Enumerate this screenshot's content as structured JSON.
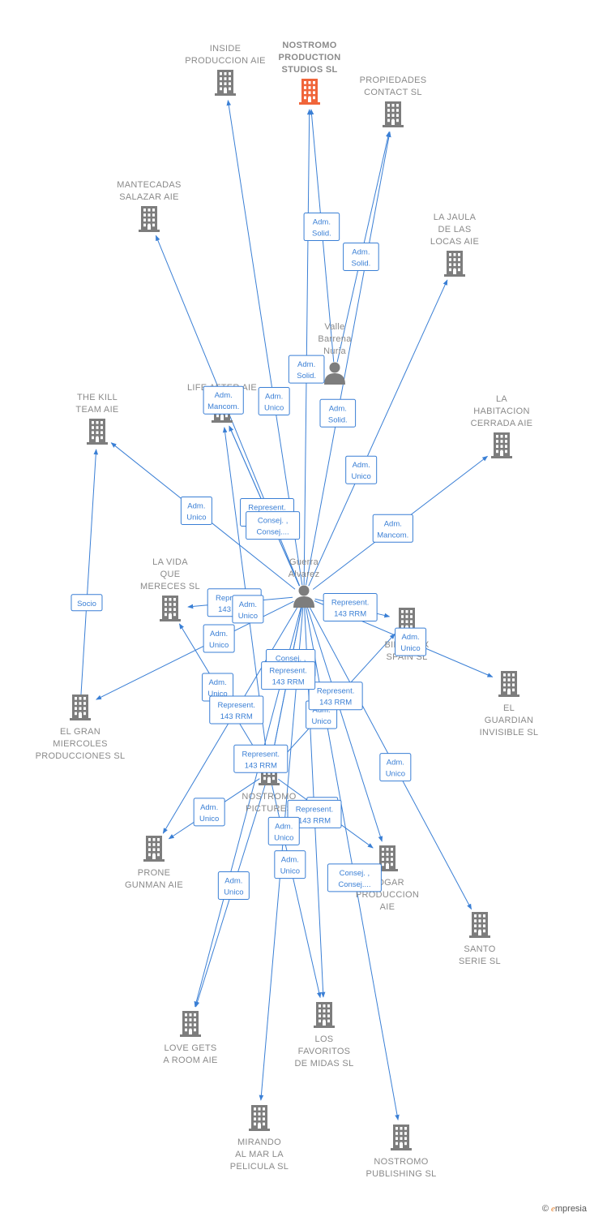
{
  "colors": {
    "edge": "#3a7fd5",
    "company": "#7d7d7d",
    "main_company": "#f0653a",
    "person": "#7d7d7d"
  },
  "nodes": [
    {
      "id": "inside",
      "type": "company",
      "label": [
        "INSIDE",
        "PRODUCCION AIE"
      ]
    },
    {
      "id": "nostromo_ps",
      "type": "main_company",
      "label": [
        "NOSTROMO",
        "PRODUCTION",
        "STUDIOS  SL"
      ]
    },
    {
      "id": "propiedades",
      "type": "company",
      "label": [
        "PROPIEDADES",
        "CONTACT  SL"
      ]
    },
    {
      "id": "mantecadas",
      "type": "company",
      "label": [
        "MANTECADAS",
        "SALAZAR  AIE"
      ]
    },
    {
      "id": "jaula",
      "type": "company",
      "label": [
        "LA JAULA",
        "DE LAS",
        "LOCAS  AIE"
      ]
    },
    {
      "id": "valle",
      "type": "person",
      "label": [
        "Valle",
        "Barrena",
        "Nuria"
      ]
    },
    {
      "id": "killteam",
      "type": "company",
      "label": [
        "THE KILL",
        "TEAM  AIE"
      ]
    },
    {
      "id": "lifeafter",
      "type": "company",
      "label": [
        "LIFE AFTER AIE"
      ]
    },
    {
      "id": "habitacion",
      "type": "company",
      "label": [
        "LA",
        "HABITACION",
        "CERRADA  AIE"
      ]
    },
    {
      "id": "guerra",
      "type": "person",
      "label": [
        "Guerra",
        "Alvarez"
      ]
    },
    {
      "id": "vida",
      "type": "company",
      "label": [
        "LA VIDA",
        "QUE",
        "MERECES  SL"
      ]
    },
    {
      "id": "birdbox",
      "type": "company",
      "label": [
        "BIRD BOX",
        "SPAIN  SL"
      ]
    },
    {
      "id": "guardian",
      "type": "company",
      "label": [
        "EL",
        "GUARDIAN",
        "INVISIBLE  SL"
      ]
    },
    {
      "id": "granmiercoles",
      "type": "company",
      "label": [
        "EL GRAN",
        "MIERCOLES",
        "PRODUCCIONES SL"
      ]
    },
    {
      "id": "nostromo_pic",
      "type": "company",
      "label": [
        "NOSTROMO",
        "PICTURES"
      ]
    },
    {
      "id": "prone",
      "type": "company",
      "label": [
        "PRONE",
        "GUNMAN AIE"
      ]
    },
    {
      "id": "hogar",
      "type": "company",
      "label": [
        "HOGAR",
        "PRODUCCION",
        "AIE"
      ]
    },
    {
      "id": "santo",
      "type": "company",
      "label": [
        "SANTO",
        "SERIE  SL"
      ]
    },
    {
      "id": "lovegets",
      "type": "company",
      "label": [
        "LOVE GETS",
        "A ROOM AIE"
      ]
    },
    {
      "id": "favoritos",
      "type": "company",
      "label": [
        "LOS",
        "FAVORITOS",
        "DE MIDAS  SL"
      ]
    },
    {
      "id": "mirando",
      "type": "company",
      "label": [
        "MIRANDO",
        "AL MAR LA",
        "PELICULA  SL"
      ]
    },
    {
      "id": "publishing",
      "type": "company",
      "label": [
        "NOSTROMO",
        "PUBLISHING SL"
      ]
    }
  ],
  "edges": [
    {
      "from": "guerra",
      "to": "inside",
      "label": [
        "Adm.",
        "Unico"
      ]
    },
    {
      "from": "guerra",
      "to": "nostromo_ps",
      "label": [
        "Adm.",
        "Solid."
      ]
    },
    {
      "from": "valle",
      "to": "nostromo_ps",
      "label": [
        "Adm.",
        "Solid."
      ]
    },
    {
      "from": "guerra",
      "to": "propiedades",
      "label": [
        "Adm.",
        "Solid."
      ]
    },
    {
      "from": "valle",
      "to": "propiedades",
      "label": [
        "Adm.",
        "Solid."
      ]
    },
    {
      "from": "guerra",
      "to": "mantecadas",
      "label": [
        "Adm.",
        "Mancom."
      ]
    },
    {
      "from": "guerra",
      "to": "jaula",
      "label": [
        "Adm.",
        "Unico"
      ]
    },
    {
      "from": "guerra",
      "to": "lifeafter",
      "label": [
        "Represent.",
        "143 RRM"
      ]
    },
    {
      "from": "guerra",
      "to": "killteam",
      "label": [
        "Adm.",
        "Unico"
      ]
    },
    {
      "from": "granmiercoles",
      "to": "killteam",
      "label": [
        "Socio"
      ]
    },
    {
      "from": "guerra",
      "to": "habitacion",
      "label": [
        "Adm.",
        "Mancom."
      ]
    },
    {
      "from": "guerra",
      "to": "vida",
      "label": [
        "Represent.",
        "143 RRM"
      ]
    },
    {
      "from": "guerra",
      "to": "granmiercoles",
      "label": [
        "Adm.",
        "Unico"
      ]
    },
    {
      "from": "guerra",
      "to": "birdbox",
      "label": [
        "Represent.",
        "143 RRM"
      ]
    },
    {
      "from": "guerra",
      "to": "guardian",
      "label": [
        "Adm.",
        "Unico"
      ]
    },
    {
      "from": "guerra",
      "to": "nostromo_pic",
      "label": [
        "Consej. ,",
        "Secr."
      ]
    },
    {
      "from": "nostromo_pic",
      "to": "lifeafter",
      "label": [
        "Adm.",
        "Unico"
      ]
    },
    {
      "from": "nostromo_pic",
      "to": "vida",
      "label": [
        "Adm.",
        "Unico"
      ]
    },
    {
      "from": "nostromo_pic",
      "to": "birdbox",
      "label": [
        "Adm.",
        "Unico"
      ]
    },
    {
      "from": "guerra",
      "to": "prone",
      "label": [
        "Represent.",
        "143 RRM"
      ]
    },
    {
      "from": "nostromo_pic",
      "to": "prone",
      "label": [
        "Adm.",
        "Unico"
      ]
    },
    {
      "from": "guerra",
      "to": "hogar",
      "label": [
        "Represent.",
        "143 RRM"
      ]
    },
    {
      "from": "nostromo_pic",
      "to": "hogar",
      "label": [
        "Adm.",
        "Unico"
      ]
    },
    {
      "from": "guerra",
      "to": "santo",
      "label": [
        "Adm.",
        "Unico"
      ]
    },
    {
      "from": "guerra",
      "to": "lovegets",
      "label": [
        "Represent.",
        "143 RRM"
      ]
    },
    {
      "from": "nostromo_pic",
      "to": "lovegets",
      "label": [
        "Adm.",
        "Unico"
      ]
    },
    {
      "from": "guerra",
      "to": "favoritos",
      "label": [
        "Represent.",
        "143 RRM"
      ]
    },
    {
      "from": "nostromo_pic",
      "to": "favoritos",
      "label": [
        "Adm.",
        "Unico"
      ]
    },
    {
      "from": "guerra",
      "to": "mirando",
      "label": [
        "Adm.",
        "Unico"
      ]
    },
    {
      "from": "guerra",
      "to": "publishing",
      "label": [
        "Consej. ,",
        "Consej...."
      ]
    },
    {
      "from": "guerra",
      "to": "lifeafter",
      "label": [
        "Consej. ,",
        "Consej...."
      ]
    },
    {
      "from": "guerra",
      "to": "nostromo_pic",
      "label": [
        "Represent.",
        "143 RRM"
      ]
    }
  ],
  "watermark": {
    "copyright": "©",
    "brand_initial": "e",
    "brand_rest": "mpresia"
  }
}
